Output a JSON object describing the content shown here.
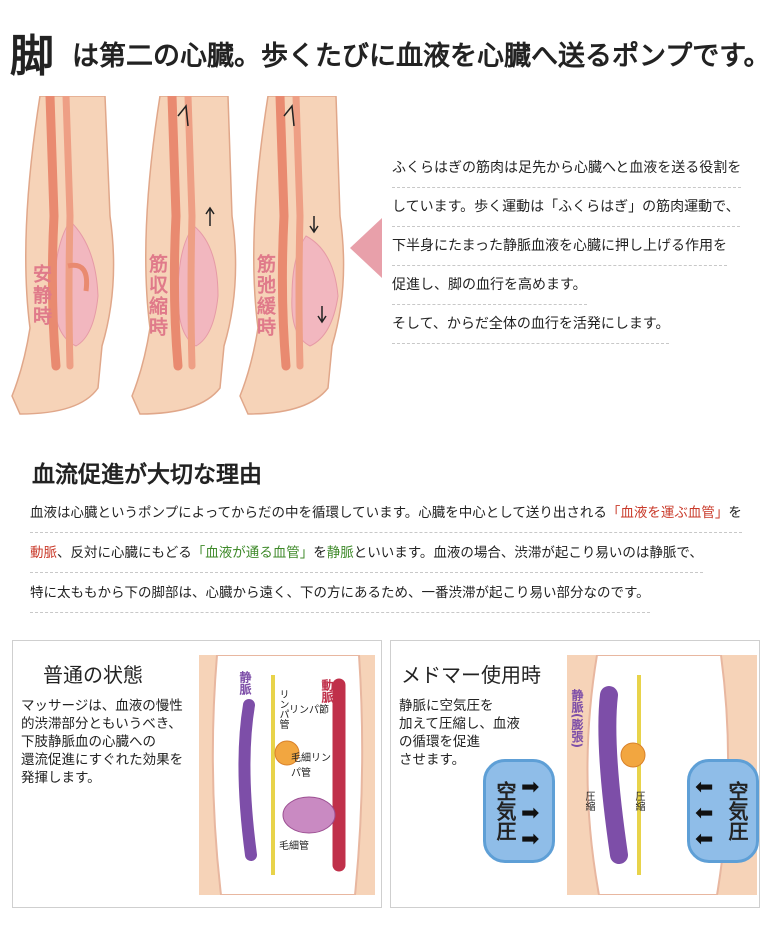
{
  "header": {
    "big_char": "脚",
    "rest": "は第二の心臓。歩くたびに血液を心臓へ送るポンプです。"
  },
  "legs": {
    "stages": [
      "安静時",
      "筋収縮時",
      "筋弛緩時"
    ]
  },
  "description": {
    "lines": [
      "ふくらはぎの筋肉は足先から心臓へと血液を送る役割を",
      "しています。歩く運動は「ふくらはぎ」の筋肉運動で、",
      "下半身にたまった静脈血液を心臓に押し上げる作用を",
      "促進し、脚の血行を高めます。",
      "そして、からだ全体の血行を活発にします。"
    ]
  },
  "section": {
    "title": "血流促進が大切な理由",
    "line1_a": "血液は心臓というポンプによってからだの中を循環しています。心臓を中心として送り出される",
    "line1_red": "「血液を運ぶ血管」",
    "line1_b": "を",
    "line2_red": "動脈",
    "line2_a": "、反対に心臓にもどる",
    "line2_green": "「血液が通る血管」",
    "line2_b": "を",
    "line2_green2": "静脈",
    "line2_c": "といいます。血液の場合、渋滞が起こり易いのは静脈で、",
    "line3": "特に太ももから下の脚部は、心臓から遠く、下の方にあるため、一番渋滞が起こり易い部分なのです。"
  },
  "panel_left": {
    "title": "普通の状態",
    "text": [
      "マッサージは、血液の慢性",
      "的渋滞部分ともいうべき、",
      "下肢静脈血の心臓への",
      "還流促進にすぐれた効果を",
      "発揮します。"
    ],
    "labels": {
      "vein": "静脈",
      "artery": "動脈",
      "lymph_vessel": "リンパ管",
      "lymph_node": "リンパ節",
      "cap_lymph": "毛細リンパ管",
      "capillary": "毛細管"
    }
  },
  "panel_right": {
    "title": "メドマー使用時",
    "text": [
      "静脈に空気圧を",
      "加えて圧縮し、血液",
      "の循環を促進",
      "させます。"
    ],
    "labels": {
      "vein_swell": "静脈(膨張)",
      "compress": "圧縮",
      "air_pressure": "空気圧"
    }
  },
  "colors": {
    "accent_pink": "#e07a8a",
    "skin": "#f6d3b8",
    "vein_purple": "#7d4ea8",
    "artery_red": "#c0304a",
    "pill_blue": "#8fbde8",
    "highlight_red": "#c93a2a",
    "highlight_green": "#3f8a2a"
  }
}
